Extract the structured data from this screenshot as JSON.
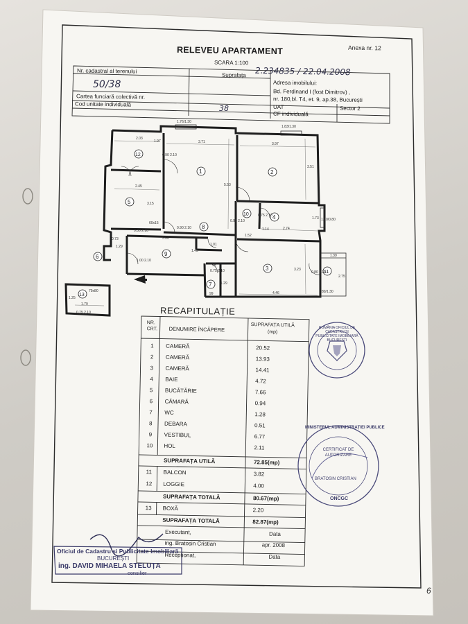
{
  "document": {
    "title": "RELEVEU APARTAMENT",
    "scale": "SCARA 1:100",
    "annex": "Anexa nr. 12",
    "page_number": "6"
  },
  "header": {
    "cadastral_label": "Nr. cadastral al terenului",
    "area_label": "Suprafața",
    "address_label": "Adresa imobilului:",
    "cadastral_value": "50/38",
    "handwritten_ref": "2.234835 / 22.04.2008",
    "land_book_label": "Cartea funciară colectivă nr.",
    "address_line1": "Bd. Ferdinand I (fost Dimitrov) ,",
    "address_line2": "nr. 180,bl. T4, et. 9, ap.38, București",
    "unit_code_label": "Cod unitate individuală",
    "unit_code_value": "38",
    "uat_label": "UAT",
    "sector": "Sector 2",
    "cf_label": "CF individuală"
  },
  "plan": {
    "rooms": [
      "1",
      "2",
      "3",
      "4",
      "5",
      "6",
      "7",
      "8",
      "9",
      "10",
      "11",
      "12",
      "13"
    ],
    "dimensions": {
      "d1": "1.76/1.30",
      "d2": "1.83/1.30",
      "d3": "2.03",
      "d4": "3.71",
      "d5": "3.97",
      "d6": "0.90\n2.10",
      "d7": "2.45",
      "d8": "3.15",
      "d9": "5.53",
      "d10": "3.51",
      "d11": "2.74",
      "d12": "1.73",
      "d13": "1.14",
      "d14": "3.60",
      "d15": "4.46",
      "d16": "3.23",
      "d17": "1.39",
      "d18": "2.75",
      "d19": "1.79",
      "d20": "1.25",
      "d21": "1.01",
      "d22": "1.45",
      "d23": "0.73",
      "d24": "1.29",
      "d25": "1.20/0.80",
      "d26": "80/1.30",
      "d27": "60x15",
      "d28": "0.80\n2.10",
      "d29": "1.00\n2.10",
      "d30": "0.75\n2.10",
      "d31": "0.90\n2.10",
      "d32": "0.90\n2.10",
      "d33": "0.75\n2.10",
      "d34": "0.80\n2.10",
      "d35": "1.39",
      "d36": "0.75\n2.10",
      "d37": "99",
      "d38": "98",
      "d39": "1.29",
      "d40": "79x80",
      "d41": "1.97",
      "d42": "1.52"
    }
  },
  "recap": {
    "title": "RECAPITULAȚIE",
    "col_nr": "NR.\nCRT.",
    "col_name": "DENUMIRE ÎNCĂPERE",
    "col_area": "SUPRAFAȚA UTILĂ\n(mp)",
    "rows": [
      {
        "nr": "1",
        "name": "CAMERĂ",
        "area": "20.52"
      },
      {
        "nr": "2",
        "name": "CAMERĂ",
        "area": "13.93"
      },
      {
        "nr": "3",
        "name": "CAMERĂ",
        "area": "14.41"
      },
      {
        "nr": "4",
        "name": "BAIE",
        "area": "4.72"
      },
      {
        "nr": "5",
        "name": "BUCĂTĂRIE",
        "area": "7.66"
      },
      {
        "nr": "6",
        "name": "CĂMARĂ",
        "area": "0.94"
      },
      {
        "nr": "7",
        "name": "WC",
        "area": "1.28"
      },
      {
        "nr": "8",
        "name": "DEBARA",
        "area": "0.51"
      },
      {
        "nr": "9",
        "name": "VESTIBUL",
        "area": "6.77"
      },
      {
        "nr": "10",
        "name": "HOL",
        "area": "2.11"
      }
    ],
    "subtotal_useful_label": "SUPRAFAȚA UTILĂ",
    "subtotal_useful_value": "72.85(mp)",
    "rows2": [
      {
        "nr": "11",
        "name": "BALCON",
        "area": "3.82"
      },
      {
        "nr": "12",
        "name": "LOGGIE",
        "area": "4.00"
      }
    ],
    "total1_label": "SUPRAFAȚA TOTALĂ",
    "total1_value": "80.67(mp)",
    "rows3": [
      {
        "nr": "13",
        "name": "BOXĂ",
        "area": "2.20"
      }
    ],
    "total2_label": "SUPRAFAȚA TOTALĂ",
    "total2_value": "82.87(mp)",
    "executant_label": "Executant,",
    "executant_name": "ing. Bratosin Cristian",
    "date_label": "Data",
    "date_value": "apr. 2008",
    "receptionat_label": "Recepționat,",
    "date_label2": "Data"
  },
  "stamps": {
    "office_stamp_line1": "Oficiul de Cadastru și Publicitate Imobiliară",
    "office_stamp_line2": "BUCUREȘTI",
    "office_stamp_name": "ing. DAVID MIHAELA STELUȚA",
    "office_stamp_role": "consilier",
    "seal_round1": "ROMÂNIA OFICIUL DE CADASTRU ȘI PUBLICITATE IMOBILIARĂ BUCUREȘTI",
    "seal_round2": "MINISTERUL ADMINISTRAȚIEI PUBLICE",
    "seal_round2_inner": "CERTIFICAT DE AUTORIZARE",
    "seal_round2_name": "BRATOSIN CRISTIAN",
    "seal_round2_bottom": "ONCGC"
  },
  "colors": {
    "paper": "#f7f6f2",
    "ink": "#1c1c1c",
    "seal_blue": "#4a4a7a"
  }
}
